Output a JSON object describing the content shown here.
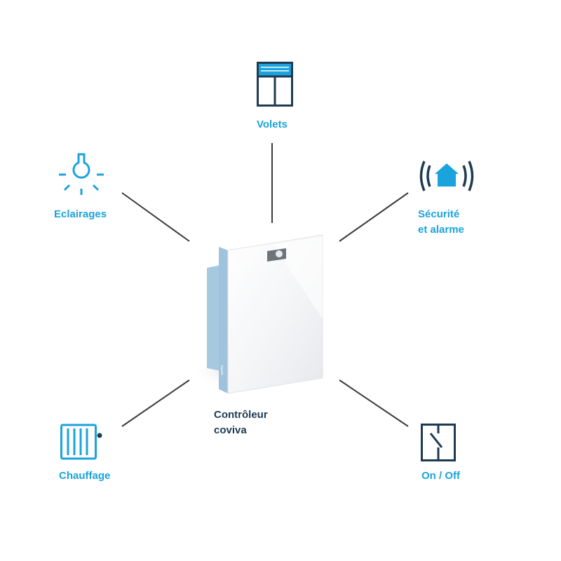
{
  "center": {
    "line1": "Contrôleur",
    "line2": "coviva"
  },
  "nodes": {
    "volets": {
      "label": "Volets",
      "icon": "shutter-icon"
    },
    "eclairages": {
      "label": "Eclairages",
      "icon": "light-bulb-icon"
    },
    "securite": {
      "line1": "Sécurité",
      "line2": "et alarme",
      "icon": "home-alarm-icon"
    },
    "chauffage": {
      "label": "Chauffage",
      "icon": "radiator-icon"
    },
    "onoff": {
      "label": "On / Off",
      "icon": "switch-icon"
    }
  },
  "colors": {
    "accent": "#1aa3dd",
    "dark": "#1d3b52",
    "line": "#3a3a3a",
    "device_edge": "#9fc3dc"
  }
}
